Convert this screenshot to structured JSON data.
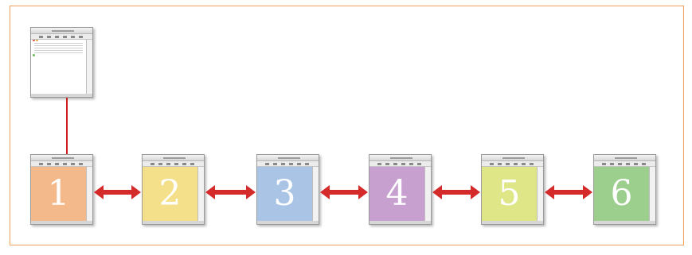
{
  "diagram": {
    "pages": [
      {
        "label": "1",
        "color": "#f3b98a"
      },
      {
        "label": "2",
        "color": "#f4e08a"
      },
      {
        "label": "3",
        "color": "#a9c4e4"
      },
      {
        "label": "4",
        "color": "#c7a0cf"
      },
      {
        "label": "5",
        "color": "#dfe688"
      },
      {
        "label": "6",
        "color": "#9ccf8e"
      }
    ],
    "connector_color": "#cc1f1f",
    "arrow_color": "#d42a2a",
    "border_color": "#f0a05a"
  }
}
